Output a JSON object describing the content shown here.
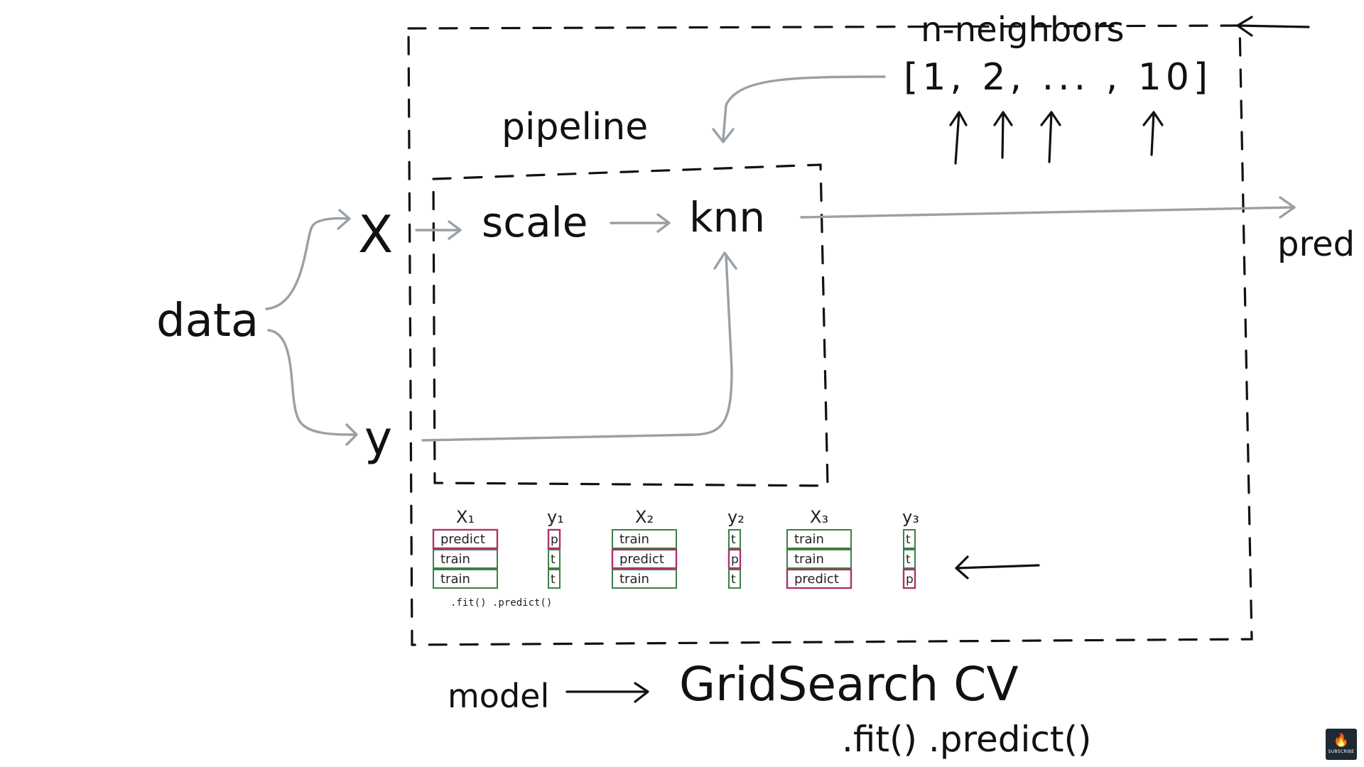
{
  "labels": {
    "data": "data",
    "X": "X",
    "y": "y",
    "scale": "scale",
    "knn": "knn",
    "pipeline": "pipeline",
    "pred": "pred",
    "n_neighbors": "n-neighbors",
    "param_list": "[1, 2, ... , 10]",
    "model": "model",
    "gridsearch": "GridSearch CV",
    "fit_predict": ".fit() .predict()",
    "fold_fit_predict": ".fit() .predict()"
  },
  "folds": [
    {
      "x_label": "X₁",
      "y_label": "y₁",
      "rows": [
        "predict",
        "train",
        "train"
      ],
      "ycells": [
        "p",
        "t",
        "t"
      ]
    },
    {
      "x_label": "X₂",
      "y_label": "y₂",
      "rows": [
        "train",
        "predict",
        "train"
      ],
      "ycells": [
        "t",
        "p",
        "t"
      ]
    },
    {
      "x_label": "X₃",
      "y_label": "y₃",
      "rows": [
        "train",
        "train",
        "predict"
      ],
      "ycells": [
        "t",
        "t",
        "p"
      ]
    }
  ],
  "badge": {
    "label": "SUBSCRIBE",
    "icon": "flame-logo-icon"
  },
  "colors": {
    "predict": "#b0306a",
    "train": "#3f7f45",
    "arrow_grey": "#9aa0a6",
    "ink": "#111111"
  }
}
